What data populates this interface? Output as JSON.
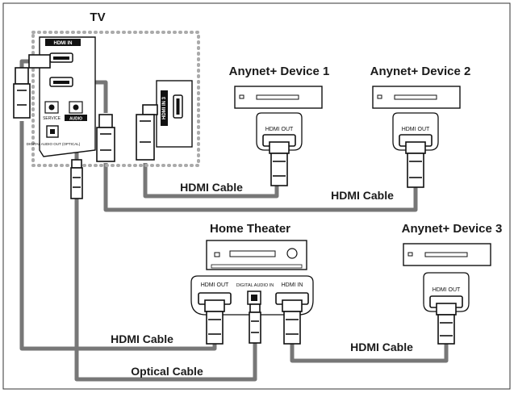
{
  "tv": {
    "label": "TV",
    "hdmi_in_label": "HDMI IN",
    "audio_label": "AUDIO",
    "service_label": "SERVICE",
    "optical_label": "DIGITAL AUDIO OUT (OPTICAL)",
    "hdmi3_label": "HDMI IN 3"
  },
  "devices": {
    "anynet1": {
      "label": "Anynet+ Device 1",
      "port": "HDMI OUT"
    },
    "anynet2": {
      "label": "Anynet+ Device 2",
      "port": "HDMI OUT"
    },
    "anynet3": {
      "label": "Anynet+ Device 3",
      "port": "HDMI OUT"
    },
    "home_theater": {
      "label": "Home Theater",
      "port_hdmi_out": "HDMI OUT",
      "port_digital_audio_in": "DIGITAL AUDIO IN",
      "port_hdmi_in": "HDMI IN"
    }
  },
  "cables": {
    "upper_left": "HDMI Cable",
    "upper_right": "HDMI Cable",
    "lower_left": "HDMI Cable",
    "lower_right": "HDMI Cable",
    "optical": "Optical Cable"
  },
  "colors": {
    "cable": "#777777",
    "connector": "#ffffff",
    "outline": "#111111",
    "dotted_frame": "#aaaaaa"
  }
}
